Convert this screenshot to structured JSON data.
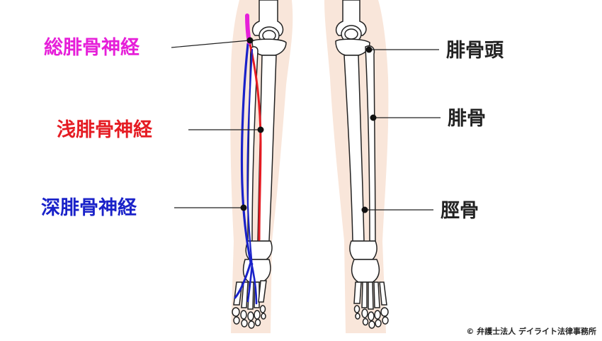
{
  "labels": {
    "common_peroneal_nerve": "総腓骨神経",
    "superficial_peroneal_nerve": "浅腓骨神経",
    "deep_peroneal_nerve": "深腓骨神経",
    "fibula_head": "腓骨頭",
    "fibula": "腓骨",
    "tibia": "脛骨"
  },
  "copyright": "© 弁護士法人 デイライト法律事務所",
  "colors": {
    "common": "#e61fd9",
    "superficial": "#e51c23",
    "deep": "#1a22c9",
    "skin": "#f7e4d8",
    "bone_outline": "#222222",
    "text": "#222222"
  }
}
